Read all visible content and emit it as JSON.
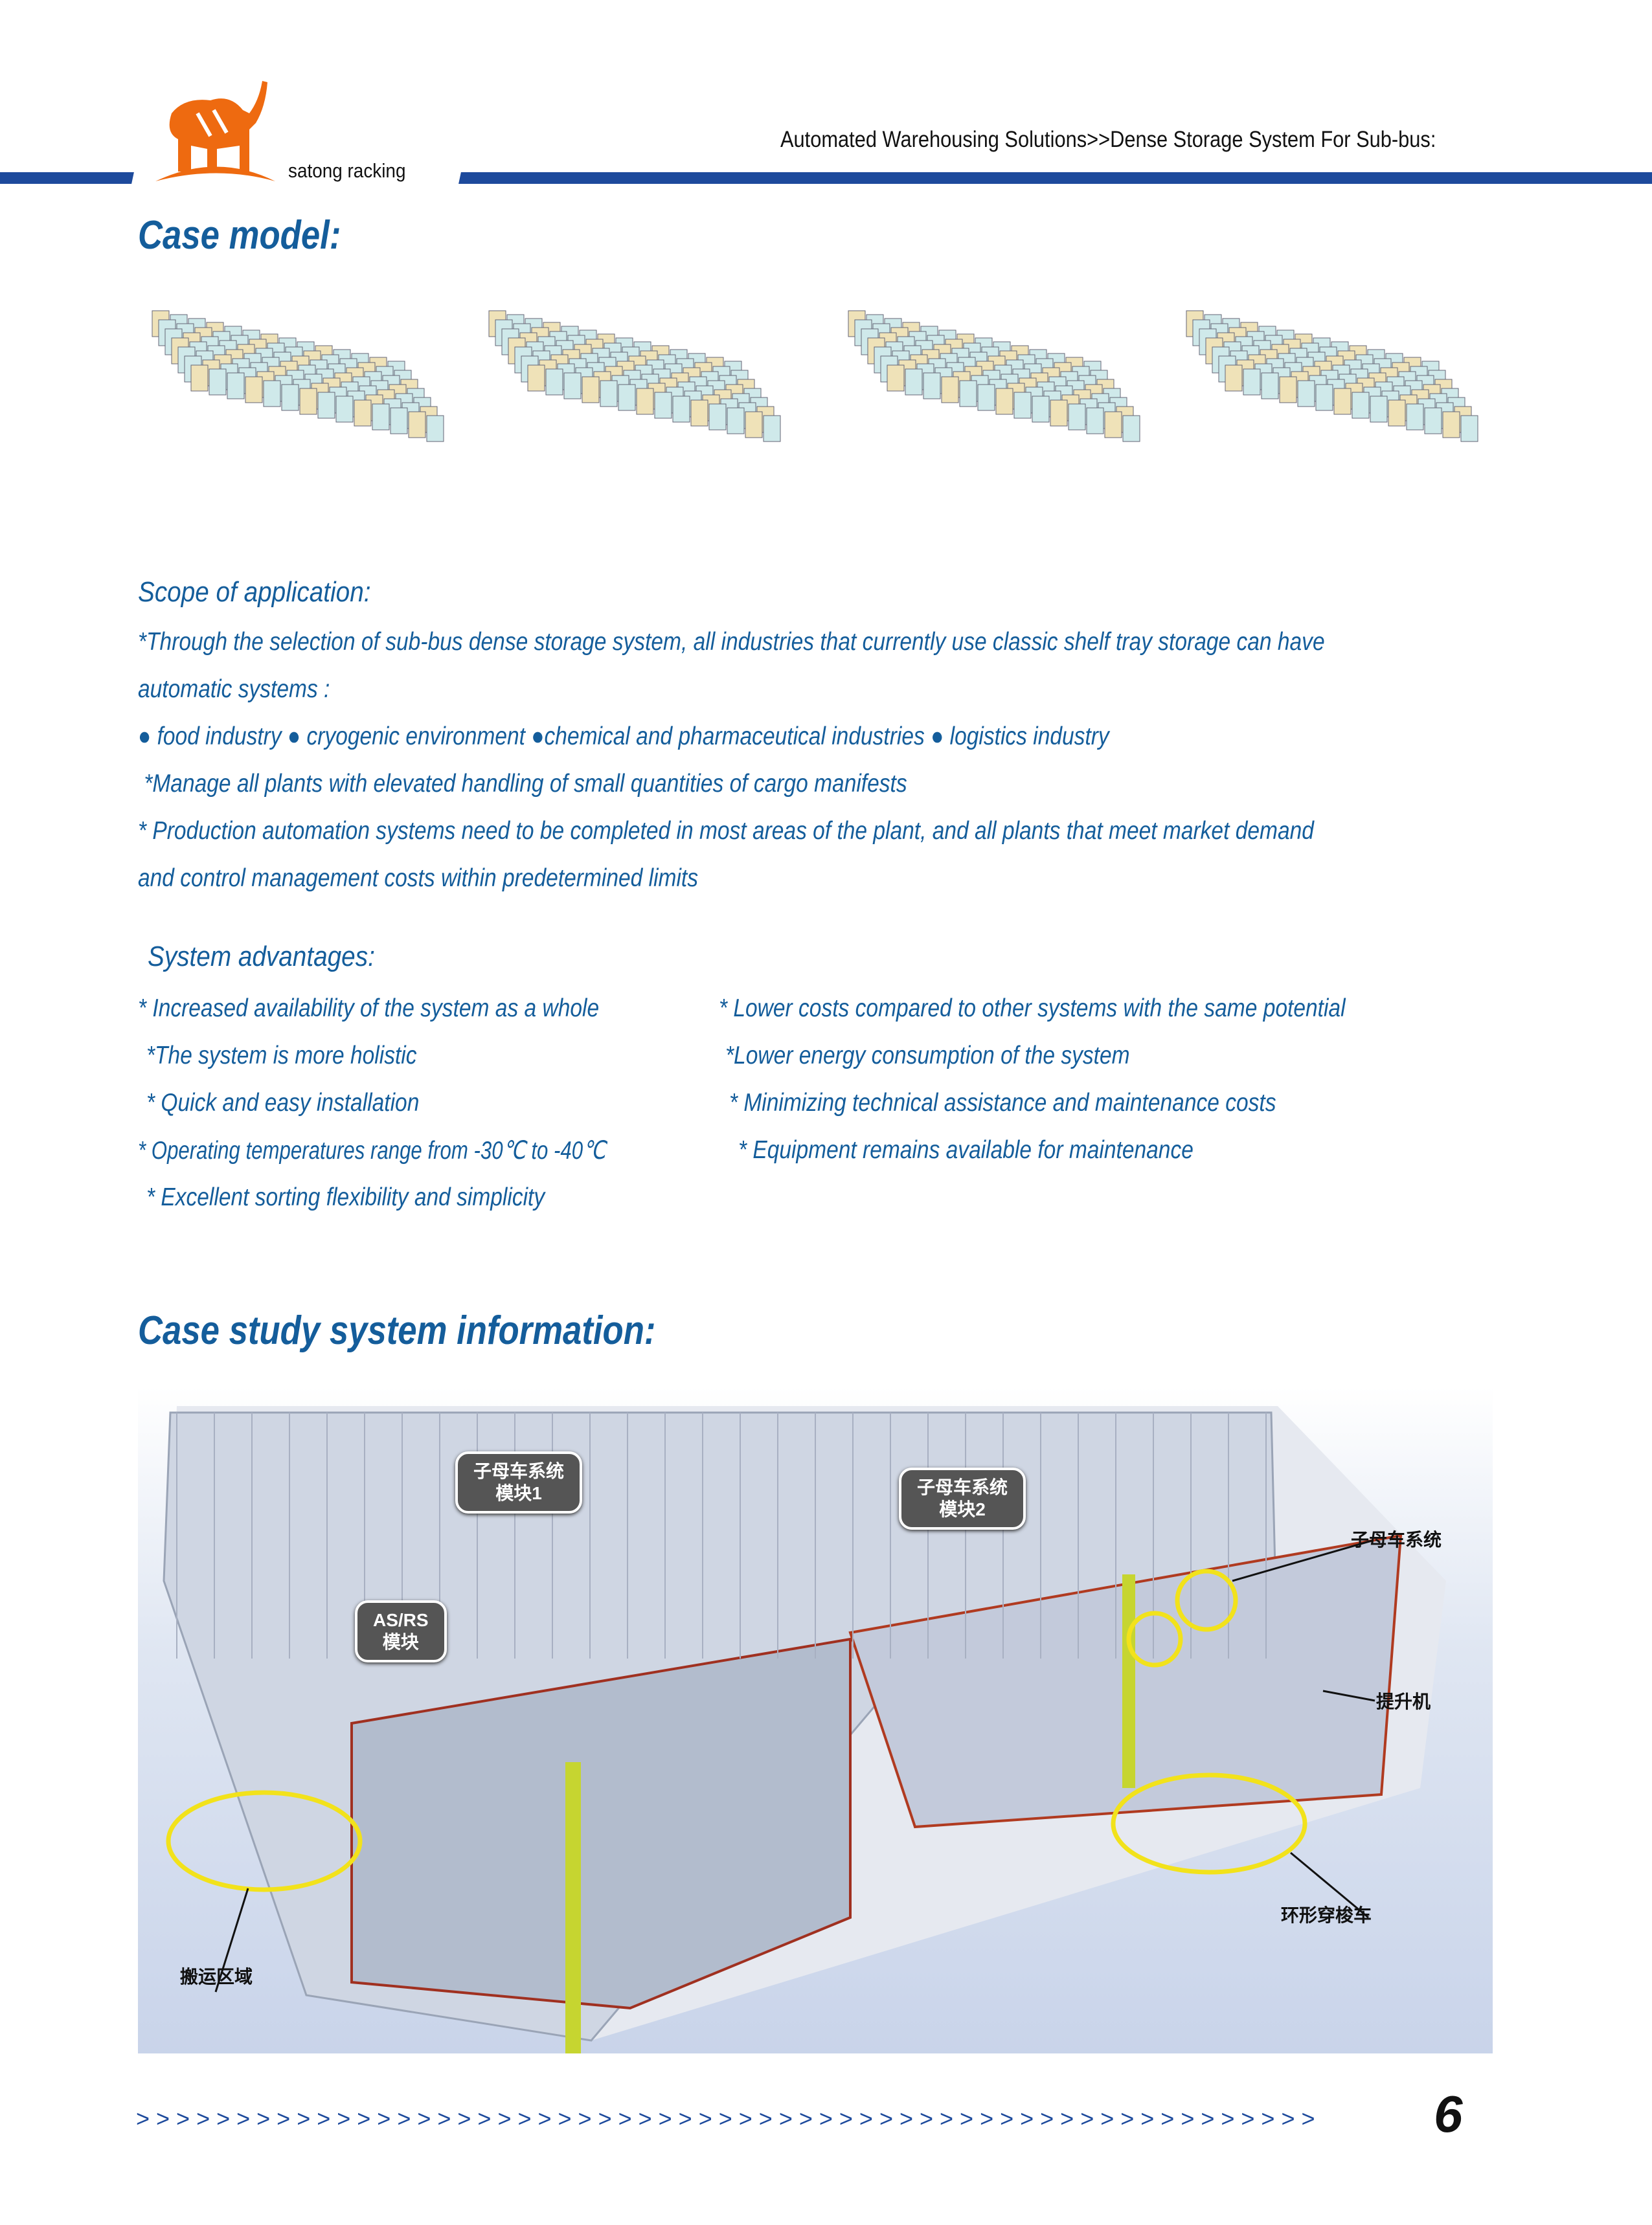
{
  "header": {
    "brand": "satong racking",
    "breadcrumb": "Automated Warehousing Solutions>>Dense Storage System For Sub-bus:",
    "brand_color": "#1d4a9c",
    "logo_color": "#ee6a10"
  },
  "case_model": {
    "title": "Case model:"
  },
  "scope": {
    "title": "Scope of application:",
    "lines": [
      "*Through the selection of sub-bus dense storage system, all industries that currently use classic shelf tray storage can have",
      "automatic systems :",
      "● food industry ● cryogenic environment ●chemical and pharmaceutical industries ● logistics industry",
      " *Manage all plants with elevated handling of small quantities of cargo manifests",
      "* Production automation systems need to be completed in most areas of the plant, and all plants that meet market demand",
      "and control management costs within predetermined limits"
    ]
  },
  "advantages": {
    "title": "System advantages:",
    "left": [
      "* Increased availability of the system as a whole",
      "*The system is more holistic",
      "* Quick and easy installation",
      "* Operating temperatures range from -30℃ to -40℃",
      "* Excellent sorting flexibility and simplicity"
    ],
    "right": [
      "* Lower costs compared to other systems with the same potential",
      "*Lower energy consumption of the system",
      "* Minimizing technical assistance and maintenance costs",
      "* Equipment remains available for maintenance"
    ]
  },
  "case_study": {
    "title": "Case study system information:",
    "callouts": [
      "子母车系统\n模块1",
      "子母车系统\n模块2",
      "AS/RS\n模块"
    ],
    "labels": [
      "子母车系统",
      "提升机",
      "环形穿梭车",
      "搬运区域"
    ]
  },
  "footer": {
    "chevrons": "> > > > > > > > > > > > > > > > > > > > > > > > > > > > > > > > > > > > > > > > > > > > > > > > > > > > > > > > > > >",
    "page": "6"
  }
}
